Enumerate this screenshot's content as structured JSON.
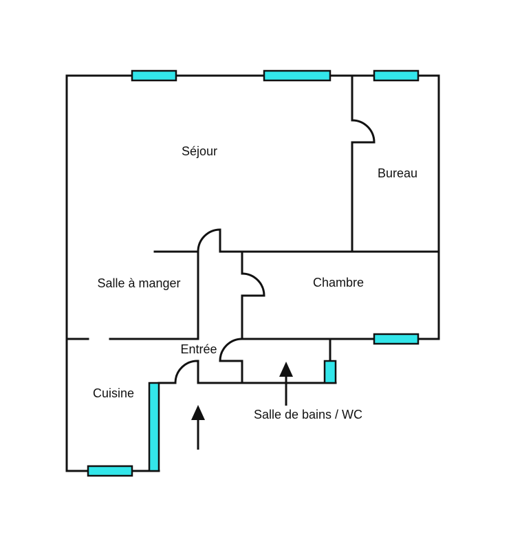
{
  "colors": {
    "wall": "#111111",
    "window": "#33e6ea",
    "background": "#ffffff"
  },
  "rooms": {
    "sejour": "Séjour",
    "bureau": "Bureau",
    "salle_a_manger": "Salle à manger",
    "chambre": "Chambre",
    "entree": "Entrée",
    "cuisine": "Cuisine",
    "salle_de_bains": "Salle de bains / WC"
  }
}
